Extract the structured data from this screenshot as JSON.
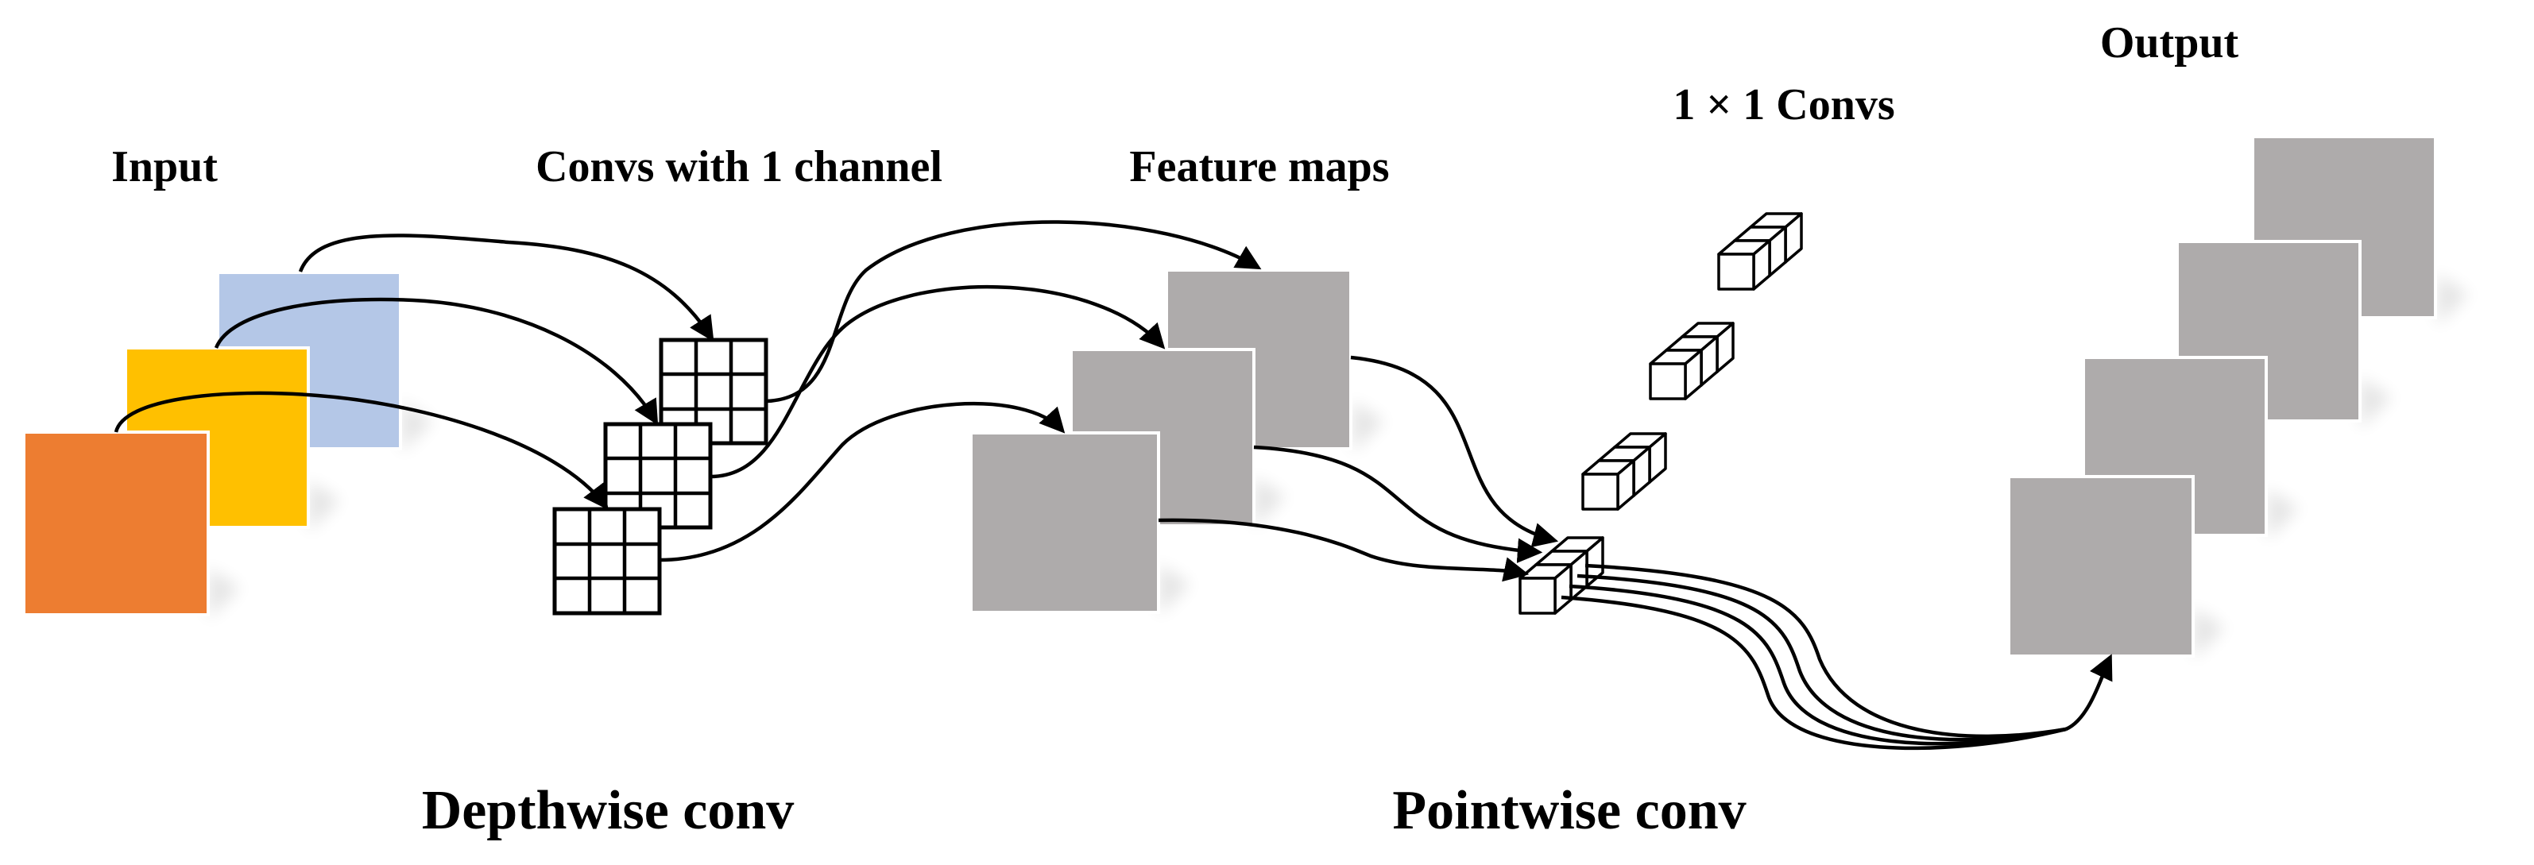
{
  "labels": {
    "input": "Input",
    "convs_one_channel": "Convs with 1 channel",
    "feature_maps": "Feature maps",
    "one_by_one_convs": "1 × 1 Convs",
    "output": "Output",
    "depthwise": "Depthwise conv",
    "pointwise": "Pointwise conv"
  },
  "colors": {
    "input_channel_1": "#ED7D31",
    "input_channel_2": "#FFC000",
    "input_channel_3": "#B4C7E7",
    "feature_map": "#AEABAB",
    "output_map": "#AEABAB",
    "line": "#000000"
  }
}
